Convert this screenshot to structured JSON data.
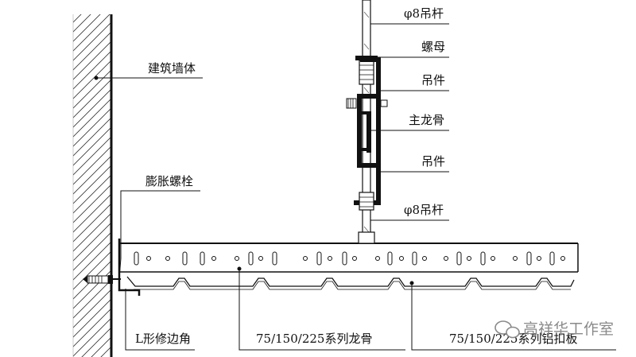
{
  "labels": {
    "wall": "建筑墙体",
    "rod_top": "φ8吊杆",
    "nut": "螺母",
    "hanger_top": "吊件",
    "main_keel": "主龙骨",
    "hanger_bottom": "吊件",
    "rod_bottom": "φ8吊杆",
    "expansion_bolt": "膨胀螺栓",
    "l_edge": "L形修边角",
    "keel": "75/150/225系列龙骨",
    "panel": "75/150/225系列铝扣板"
  },
  "watermark": "高祥华工作室",
  "icons": {
    "watermark_logo": "wechat-bubble-icon",
    "bolt": "expansion-bolt-icon"
  }
}
